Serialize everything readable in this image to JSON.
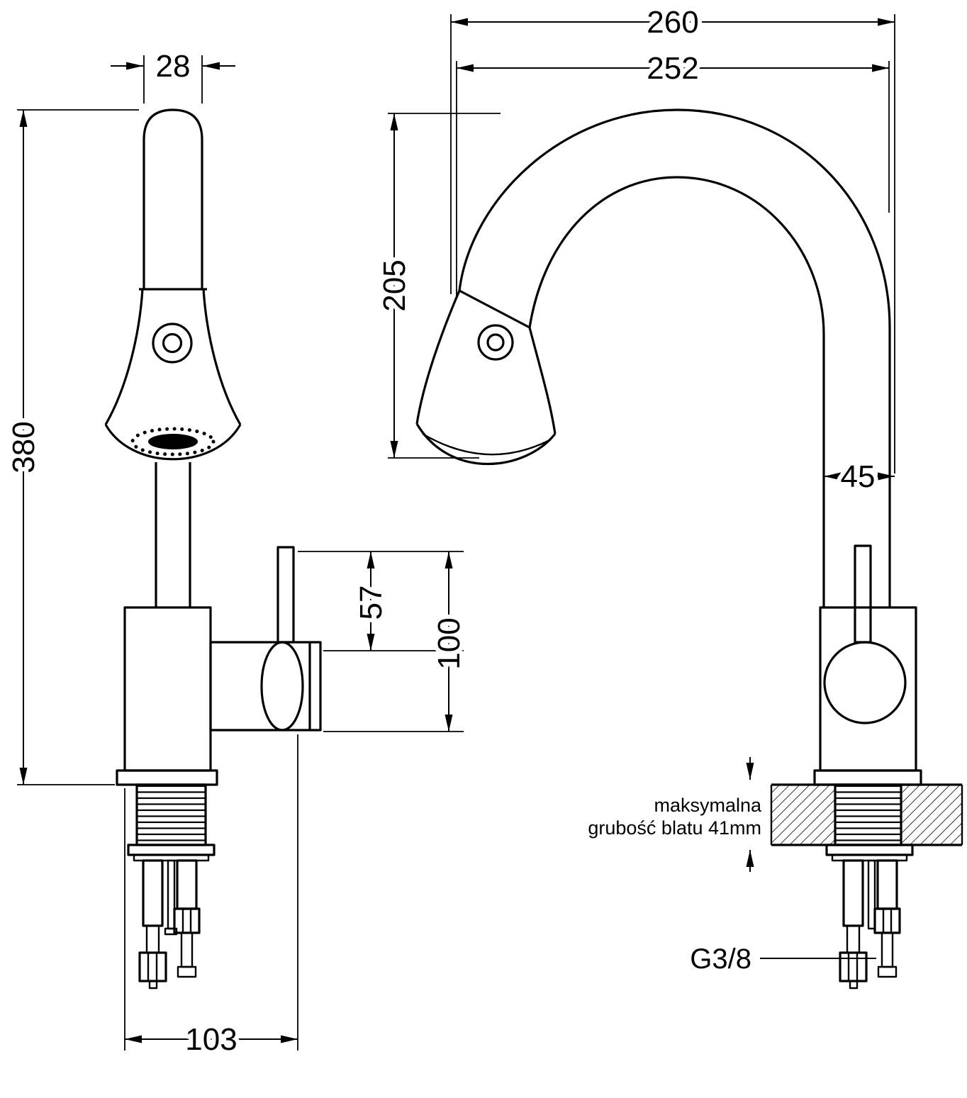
{
  "drawing": {
    "title": "Kitchen faucet dimensional technical drawing",
    "units": "mm",
    "line_color": "#000000",
    "background_color": "#ffffff"
  },
  "dimensions": {
    "spout_tip_width": "28",
    "overall_depth": "260",
    "spout_reach": "252",
    "spout_height": "205",
    "total_height": "380",
    "riser_depth": "45",
    "lever_height": "57",
    "handle_height": "100",
    "base_depth": "103",
    "thread_size": "G3/8"
  },
  "annotations": {
    "countertop_note_line1": "maksymalna",
    "countertop_note_line2": "grubość blatu 41mm"
  }
}
